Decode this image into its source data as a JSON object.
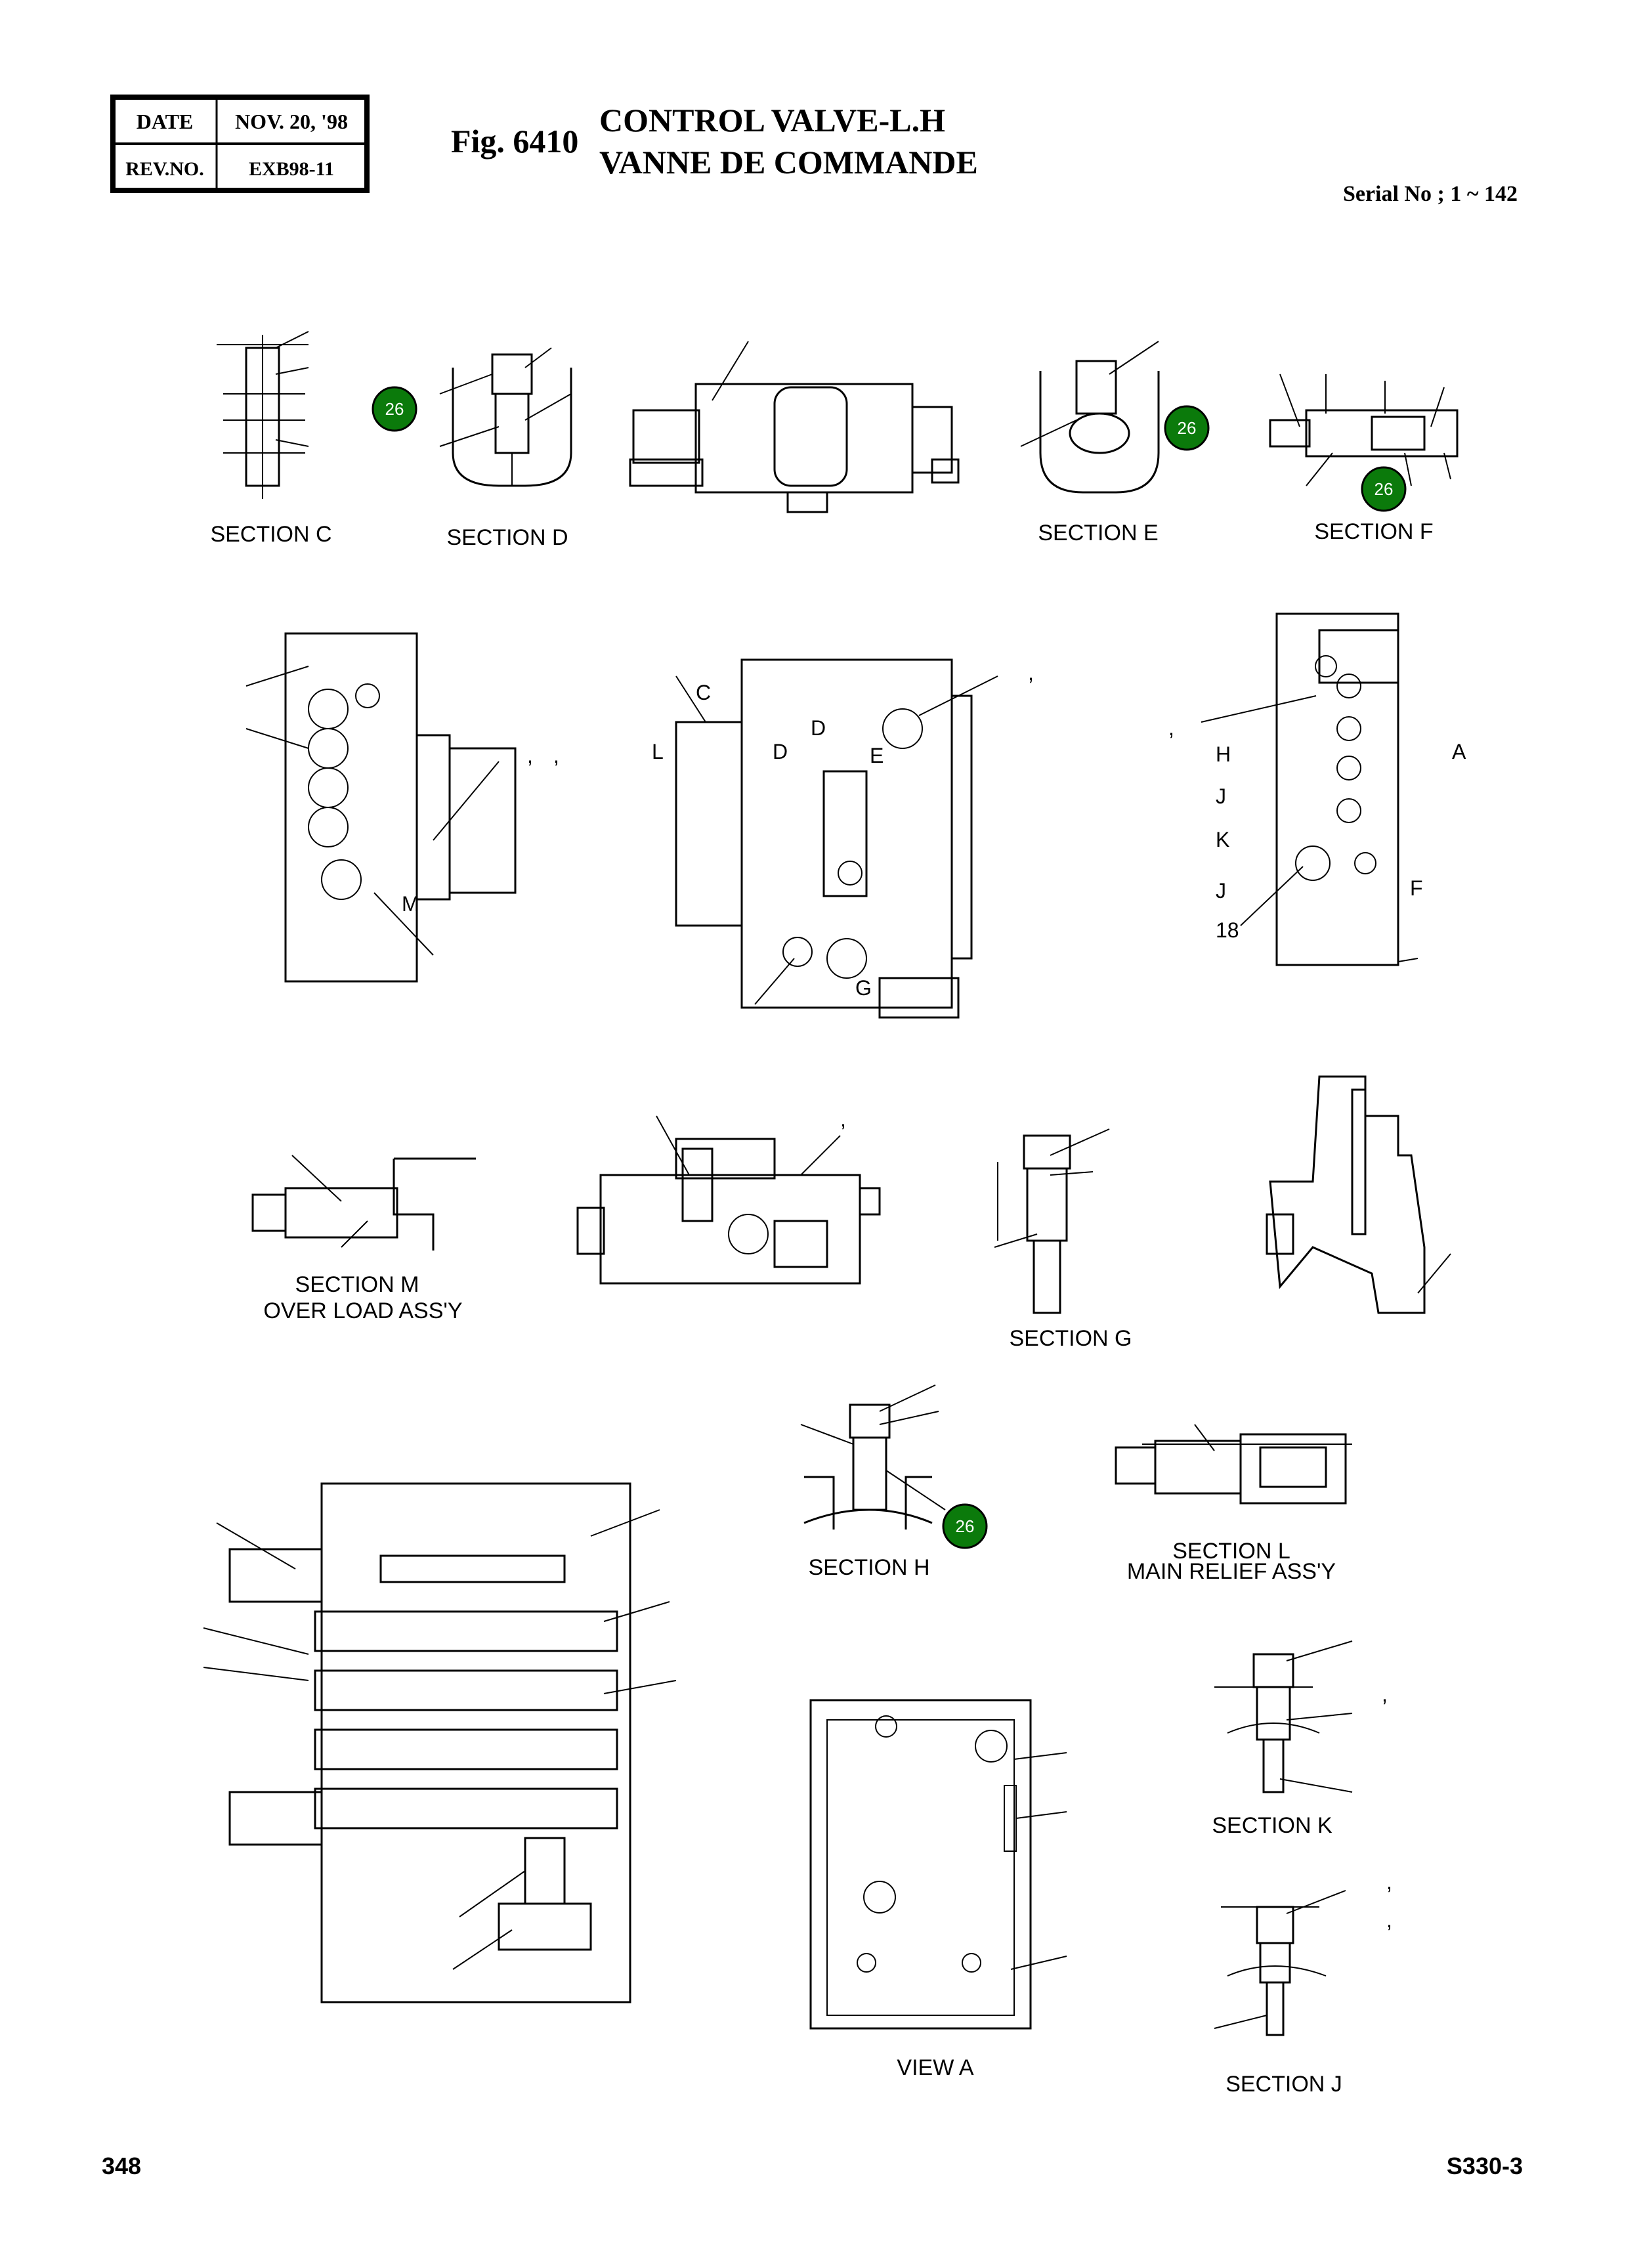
{
  "header": {
    "date_label": "DATE",
    "date_value": "NOV. 20, '98",
    "rev_label": "REV.NO.",
    "rev_value": "EXB98-11",
    "fig": "Fig. 6410",
    "title_en": "CONTROL VALVE-L.H",
    "title_fr": "VANNE DE COMMANDE",
    "serial": "Serial No ; 1 ~ 142"
  },
  "sections": {
    "c": "SECTION C",
    "d": "SECTION D",
    "e": "SECTION E",
    "f": "SECTION F",
    "m": "SECTION M",
    "m_sub": "OVER LOAD ASS'Y",
    "g": "SECTION G",
    "h": "SECTION H",
    "l": "SECTION L",
    "l_sub": "MAIN RELIEF ASS'Y",
    "k": "SECTION K",
    "view_a": "VIEW A",
    "j": "SECTION J"
  },
  "callouts": {
    "part_26": "26",
    "part_18": "18",
    "letters": [
      "C",
      "D",
      "D",
      "E",
      "L",
      "H",
      "J",
      "K",
      "J",
      "A",
      "F",
      "M",
      "G"
    ],
    "comma": ","
  },
  "footer": {
    "page": "348",
    "model": "S330-3"
  },
  "colors": {
    "badge": "#0b7a0b"
  }
}
